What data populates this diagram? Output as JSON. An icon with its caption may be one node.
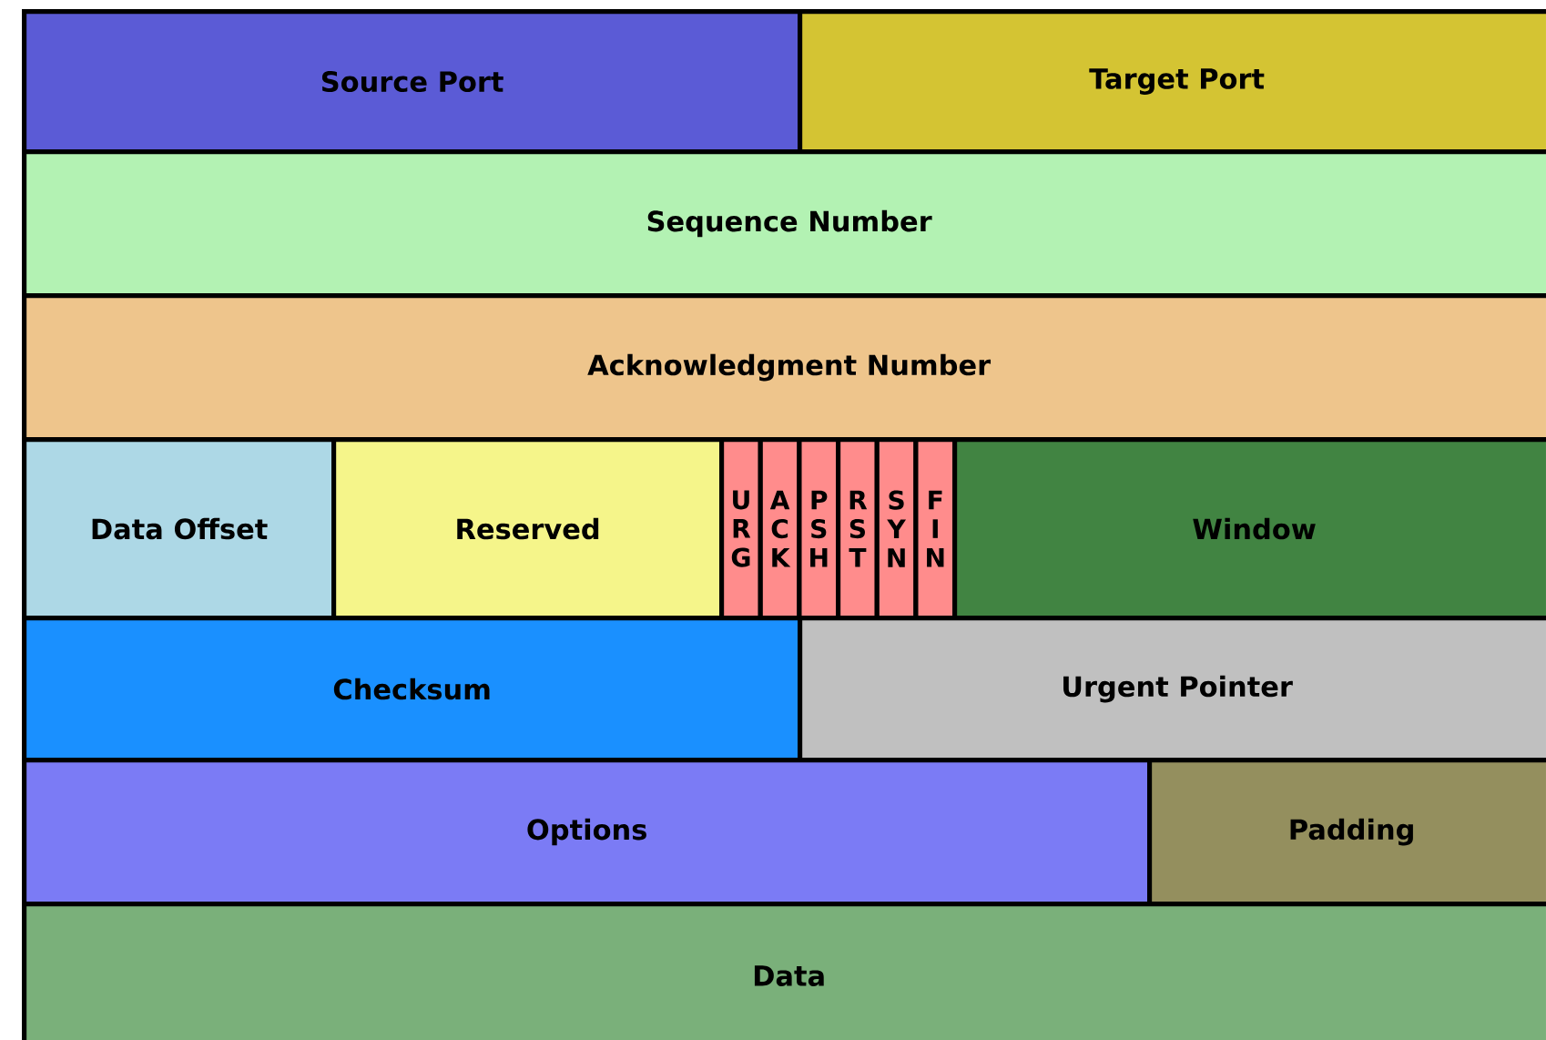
{
  "diagram": {
    "nodes": [
      {
        "text": [
          "Source Port"
        ]
      },
      {
        "text": [
          "Target Port"
        ]
      },
      {
        "text": [
          "Sequence Number"
        ]
      },
      {
        "text": [
          "Acknowledgment Number"
        ]
      },
      {
        "text": [
          "Data Offset"
        ]
      },
      {
        "text": [
          "Reserved"
        ]
      },
      {
        "text": [
          "URG"
        ]
      },
      {
        "text": [
          "ACK"
        ]
      },
      {
        "text": [
          "PSH"
        ]
      },
      {
        "text": [
          "RST"
        ]
      },
      {
        "text": [
          "SYN"
        ]
      },
      {
        "text": [
          "FIN"
        ]
      },
      {
        "text": [
          "Window"
        ]
      },
      {
        "text": [
          "Checksum"
        ]
      },
      {
        "text": [
          "Urgent Pointer"
        ]
      },
      {
        "text": [
          "Options"
        ]
      },
      {
        "text": [
          "Padding"
        ]
      },
      {
        "text": [
          "Data"
        ]
      }
    ]
  }
}
